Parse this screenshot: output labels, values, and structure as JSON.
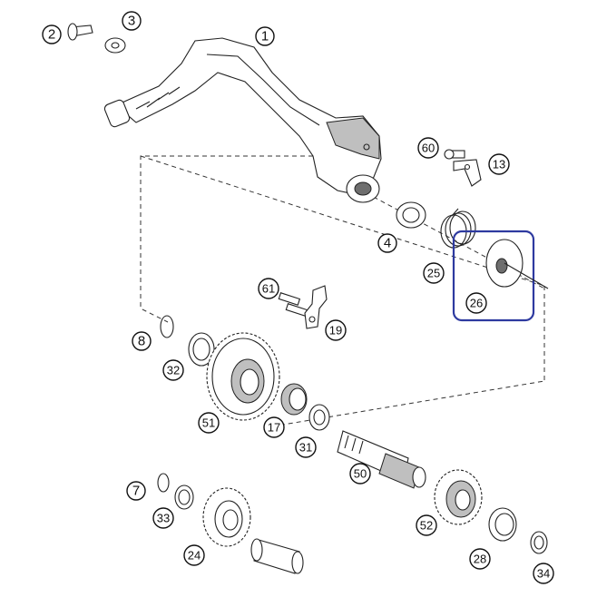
{
  "diagram": {
    "highlight_color": "#2e3aa0",
    "callouts": [
      {
        "id": "c1",
        "label": "1"
      },
      {
        "id": "c2",
        "label": "2"
      },
      {
        "id": "c3",
        "label": "3"
      },
      {
        "id": "c4",
        "label": "4"
      },
      {
        "id": "c7",
        "label": "7"
      },
      {
        "id": "c8",
        "label": "8"
      },
      {
        "id": "c13",
        "label": "13"
      },
      {
        "id": "c17",
        "label": "17"
      },
      {
        "id": "c19",
        "label": "19"
      },
      {
        "id": "c24",
        "label": "24"
      },
      {
        "id": "c25",
        "label": "25"
      },
      {
        "id": "c26",
        "label": "26"
      },
      {
        "id": "c28",
        "label": "28"
      },
      {
        "id": "c31",
        "label": "31"
      },
      {
        "id": "c32",
        "label": "32"
      },
      {
        "id": "c33",
        "label": "33"
      },
      {
        "id": "c34",
        "label": "34"
      },
      {
        "id": "c50",
        "label": "50"
      },
      {
        "id": "c51",
        "label": "51"
      },
      {
        "id": "c52",
        "label": "52"
      },
      {
        "id": "c60",
        "label": "60"
      },
      {
        "id": "c61",
        "label": "61"
      }
    ]
  }
}
